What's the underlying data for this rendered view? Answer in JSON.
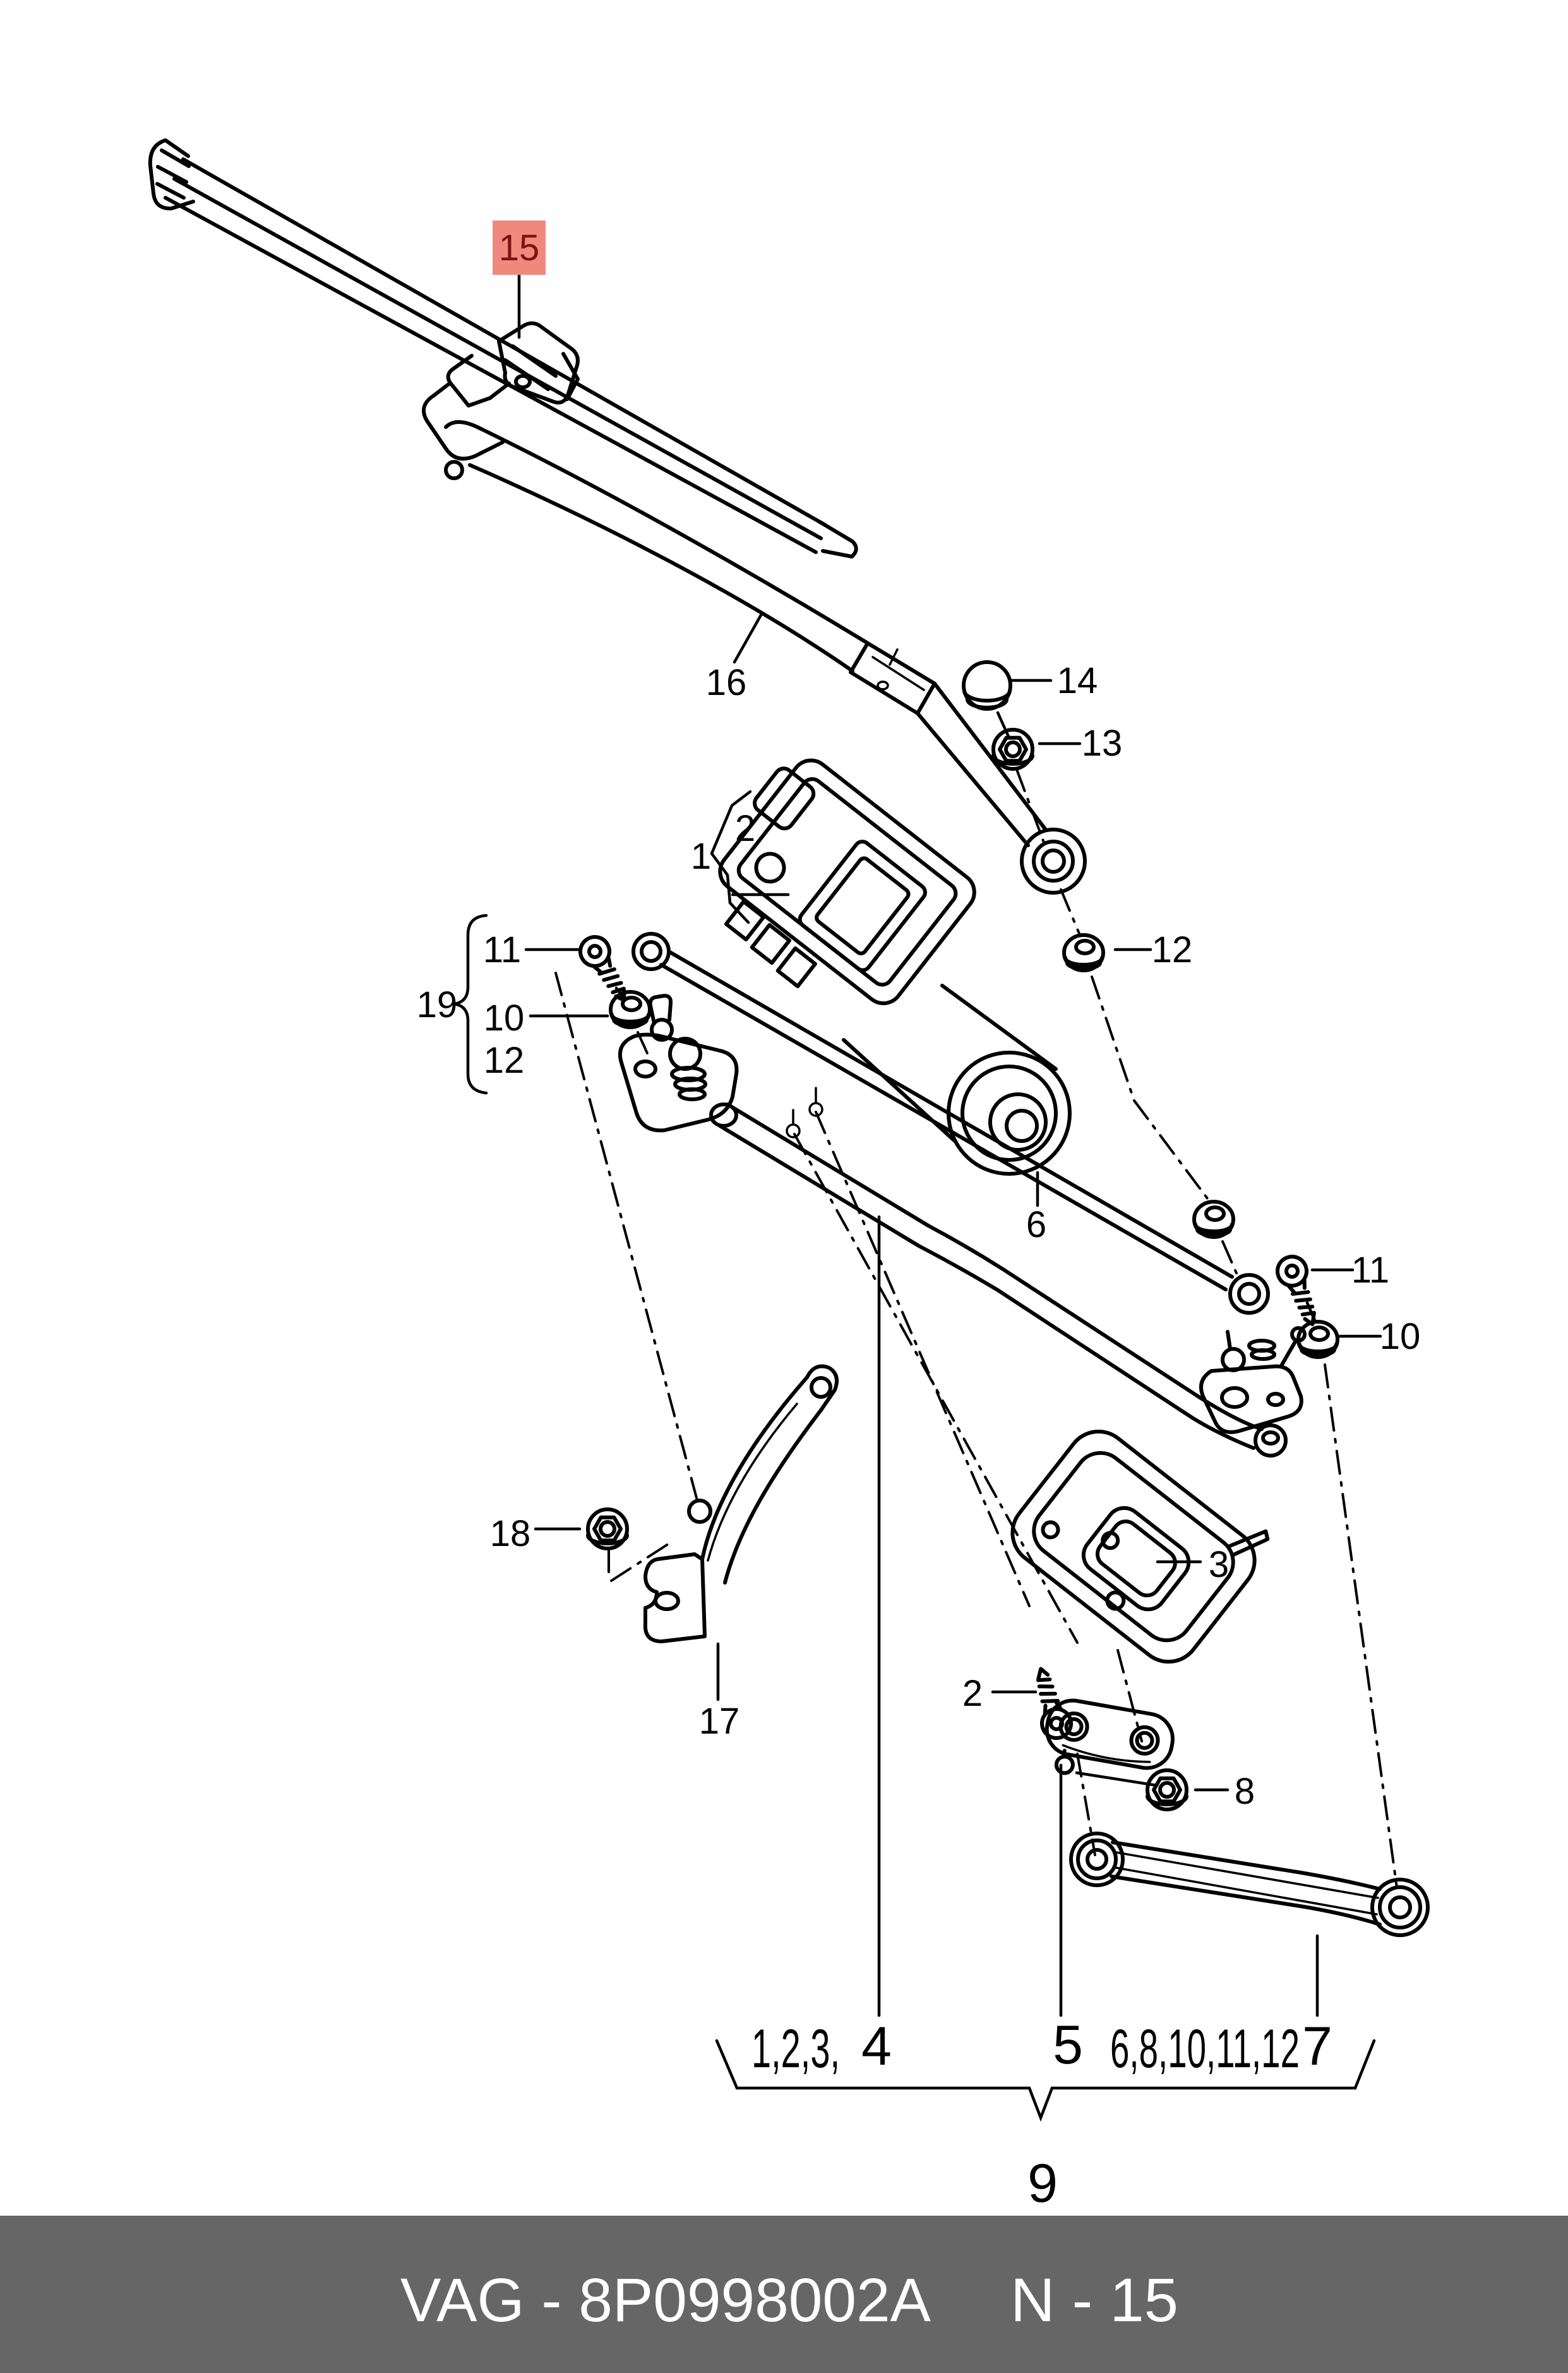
{
  "diagram": {
    "type": "exploded-parts-diagram",
    "subject": "windshield wiper system with wiper motor and linkage",
    "highlight": {
      "bg": "#f0897d",
      "fg": "#7c1412"
    },
    "callouts": {
      "c15": "15",
      "c16": "16",
      "c14": "14",
      "c13": "13",
      "c12": "12",
      "c19": "19",
      "c11_left": "11",
      "c10_left": "10",
      "c12_left": "12",
      "c1_top": "1",
      "c2_top": "2",
      "c6": "6",
      "c11_right": "11",
      "c10_right": "10",
      "c18": "18",
      "c17": "17",
      "c3": "3",
      "c2": "2",
      "c8": "8"
    },
    "bottom_row": {
      "group_a": "1,2,3,",
      "item_4": "4",
      "item_5": "5",
      "group_b": "6,8,10,11,12",
      "item_7": "7",
      "item_9": "9"
    }
  },
  "footer": {
    "part_number": "VAG - 8P0998002A",
    "page": "N - 15",
    "bar_color": "#666666"
  }
}
